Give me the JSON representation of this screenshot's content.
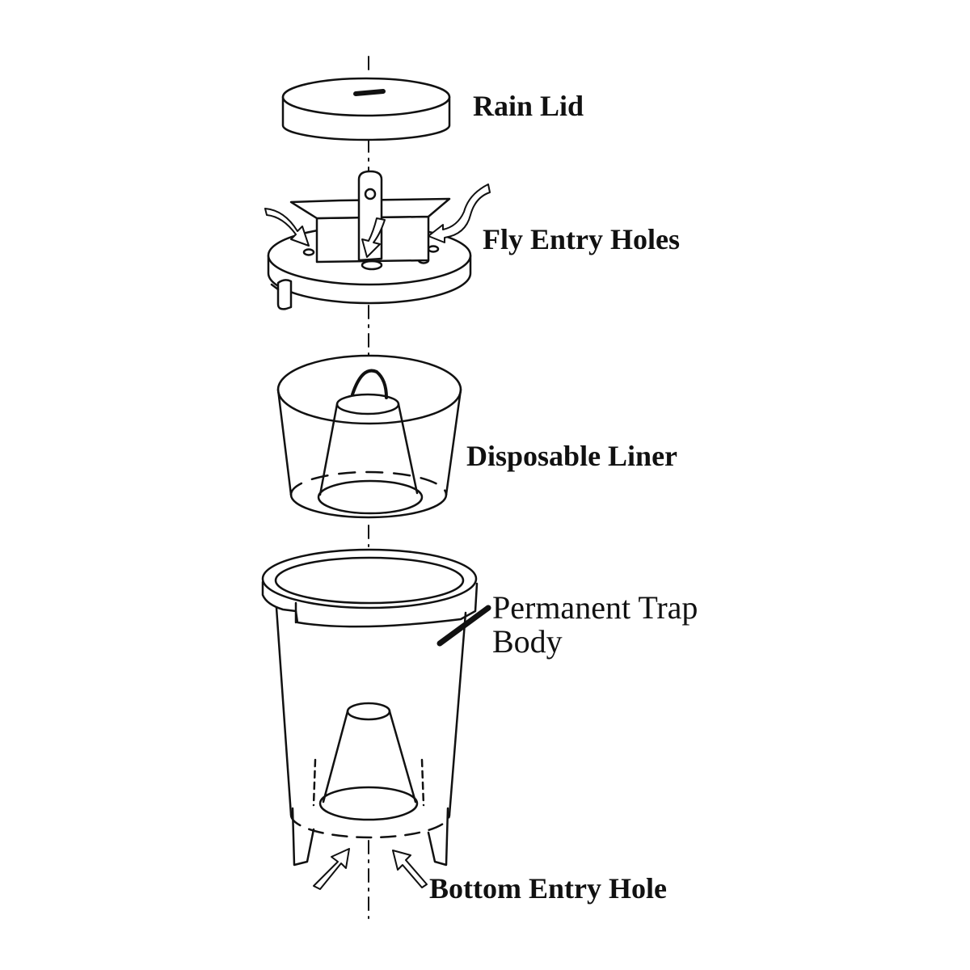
{
  "labels": {
    "rain_lid": "Rain Lid",
    "fly_entry_holes": "Fly Entry Holes",
    "disposable_liner": "Disposable Liner",
    "permanent_trap_body_line1": "Permanent Trap",
    "permanent_trap_body_line2": "Body",
    "bottom_entry_hole": "Bottom Entry Hole"
  },
  "colors": {
    "ink": "#111111",
    "background": "#ffffff"
  }
}
